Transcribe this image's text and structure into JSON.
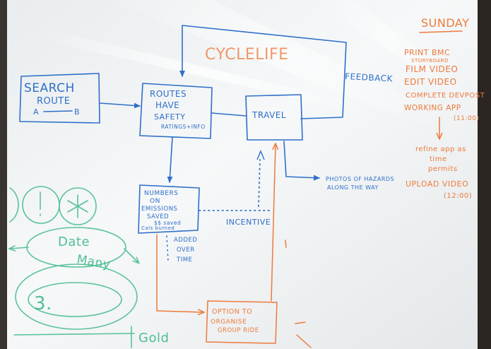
{
  "colors": {
    "blue_marker": "#2f6fc9",
    "orange_marker": "#ee7a3a",
    "green_marker": "#3fb98c",
    "board": "#f4f6f7",
    "frame": "#2b2622"
  },
  "board": {
    "app_title": "CYCLELIFE",
    "feedback": "FEEDBACK",
    "search": {
      "line1": "SEARCH",
      "line2": "ROUTE",
      "a": "A",
      "b": "B"
    },
    "routes": {
      "line1": "ROUTES",
      "line2": "HAVE",
      "line3": "SAFETY",
      "line4": "RATINGS+INFO"
    },
    "travel": "TRAVEL",
    "photos": {
      "line1": "PHOTOS OF HAZARDS",
      "line2": "ALONG THE WAY"
    },
    "numbers": {
      "line1": "NUMBERS",
      "line2": "ON",
      "line3": "EMISSIONS",
      "line4": "SAVED",
      "line5": "$$ saved",
      "line6": "Cals burned"
    },
    "incentive": "INCENTIVE",
    "added_over_time": {
      "line1": "ADDED",
      "line2": "OVER",
      "line3": "TIME"
    },
    "option": {
      "line1": "OPTION TO",
      "line2": "ORGANISE",
      "line3": "GROUP RIDE"
    },
    "sunday": {
      "title": "SUNDAY",
      "items": [
        "PRINT BMC",
        "STORYBOARD",
        "FILM VIDEO",
        "EDIT VIDEO",
        "COMPLETE DEVPOST",
        "WORKING APP",
        "(11:00)"
      ],
      "refine": {
        "line1": "refine app as",
        "line2": "time",
        "line3": "permits"
      },
      "upload": "UPLOAD VIDEO",
      "upload_time": "(12:00)"
    },
    "green": {
      "date": "Date",
      "many": "Many",
      "three": "3.",
      "gold": "Gold"
    }
  }
}
